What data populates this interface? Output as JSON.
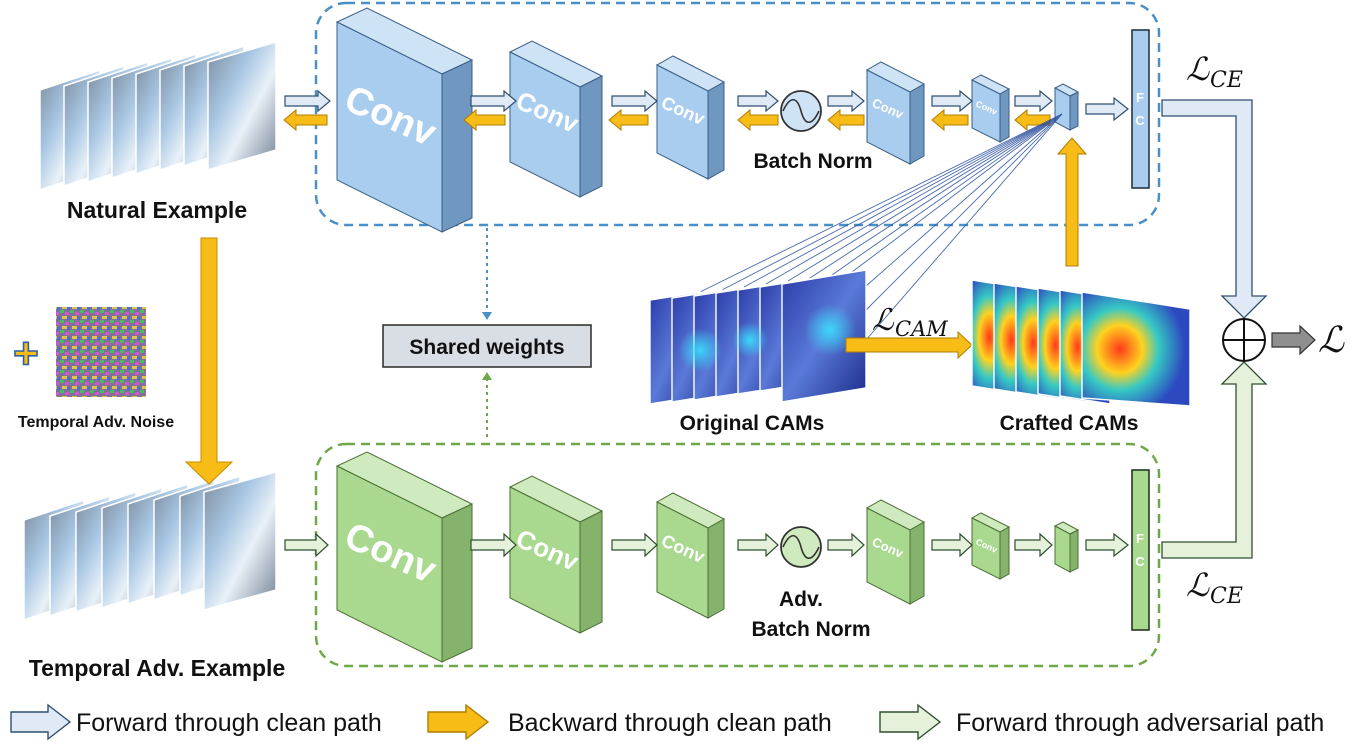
{
  "labels": {
    "natural_example": "Natural Example",
    "temporal_adv_example": "Temporal Adv. Example",
    "temporal_adv_noise": "Temporal Adv. Noise",
    "plus_sign": "+",
    "shared_weights": "Shared weights",
    "batch_norm": "Batch Norm",
    "adv_batch_norm_line1": "Adv.",
    "adv_batch_norm_line2": "Batch Norm",
    "original_cams": "Original CAMs",
    "crafted_cams": "Crafted CAMs",
    "conv": "Conv",
    "fc_f": "F",
    "fc_c": "C"
  },
  "losses": {
    "ce_symbol": "ℒ",
    "ce_subscript": "CE",
    "cam_symbol": "ℒ",
    "cam_subscript": "CAM",
    "total": "ℒ",
    "sum_symbol": "⊕"
  },
  "legend": {
    "forward_clean": "Forward through clean path",
    "backward_clean": "Backward through clean path",
    "forward_adv": "Forward through adversarial path"
  },
  "colors": {
    "clean_dash": "#4a8fc7",
    "adv_dash": "#6fa84a",
    "blue_front": "#a9cdef",
    "blue_top": "#cfe3f7",
    "blue_side": "#6f97bf",
    "green_front": "#a9d98f",
    "green_top": "#cfeabf",
    "green_side": "#86b36c",
    "backward_arrow": "#f7bd16",
    "forward_clean_arrow": "#dfeaf6",
    "forward_adv_arrow": "#e6f1dc",
    "shared_box_fill": "#d9dde4"
  }
}
